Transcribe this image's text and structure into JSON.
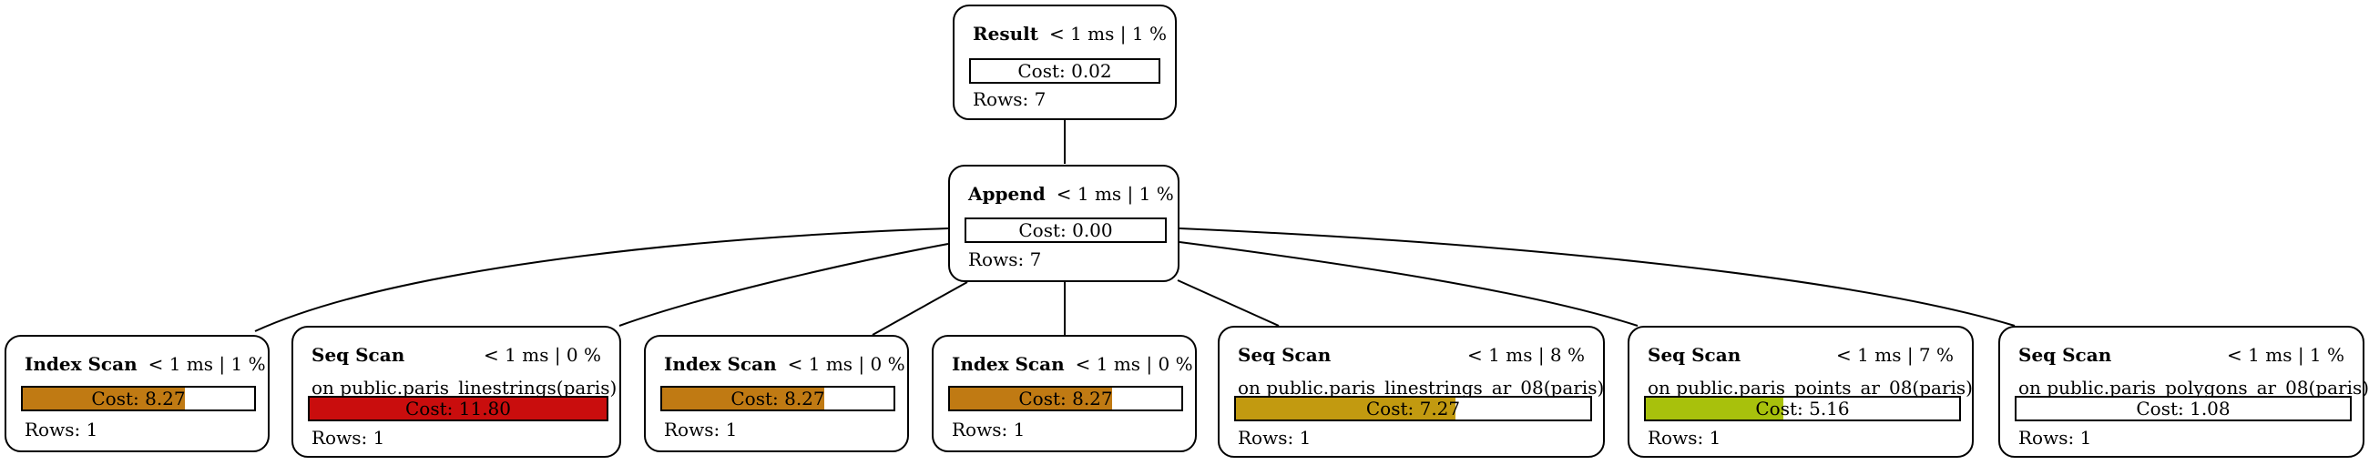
{
  "nodes": {
    "result": {
      "name": "Result",
      "timing": "< 1 ms | 1 %",
      "cost": "Cost: 0.02",
      "cost_fraction": 0,
      "fill_color": "",
      "rows": "Rows: 7"
    },
    "append": {
      "name": "Append",
      "timing": "< 1 ms | 1 %",
      "cost": "Cost: 0.00",
      "cost_fraction": 0,
      "fill_color": "",
      "rows": "Rows: 7"
    },
    "children": [
      {
        "name": "Index Scan",
        "timing": "< 1 ms | 1 %",
        "relation": "",
        "cost": "Cost: 8.27",
        "cost_fraction": 0.7,
        "fill_color": "#c07a13",
        "rows": "Rows: 1"
      },
      {
        "name": "Seq Scan",
        "timing": "< 1 ms | 0 %",
        "relation": "on public.paris_linestrings(paris)",
        "cost": "Cost: 11.80",
        "cost_fraction": 1.0,
        "fill_color": "#c90d0d",
        "rows": "Rows: 1"
      },
      {
        "name": "Index Scan",
        "timing": "< 1 ms | 0 %",
        "relation": "",
        "cost": "Cost: 8.27",
        "cost_fraction": 0.7,
        "fill_color": "#c07a13",
        "rows": "Rows: 1"
      },
      {
        "name": "Index Scan",
        "timing": "< 1 ms | 0 %",
        "relation": "",
        "cost": "Cost: 8.27",
        "cost_fraction": 0.7,
        "fill_color": "#c07a13",
        "rows": "Rows: 1"
      },
      {
        "name": "Seq Scan",
        "timing": "< 1 ms | 8 %",
        "relation": "on public.paris_linestrings_ar_08(paris)",
        "cost": "Cost: 7.27",
        "cost_fraction": 0.62,
        "fill_color": "#c29a10",
        "rows": "Rows: 1"
      },
      {
        "name": "Seq Scan",
        "timing": "< 1 ms | 7 %",
        "relation": "on public.paris_points_ar_08(paris)",
        "cost": "Cost: 5.16",
        "cost_fraction": 0.44,
        "fill_color": "#a8c10c",
        "rows": "Rows: 1"
      },
      {
        "name": "Seq Scan",
        "timing": "< 1 ms | 1 %",
        "relation": "on public.paris_polygons_ar_08(paris)",
        "cost": "Cost: 1.08",
        "cost_fraction": 0,
        "fill_color": "",
        "rows": "Rows: 1"
      }
    ]
  }
}
